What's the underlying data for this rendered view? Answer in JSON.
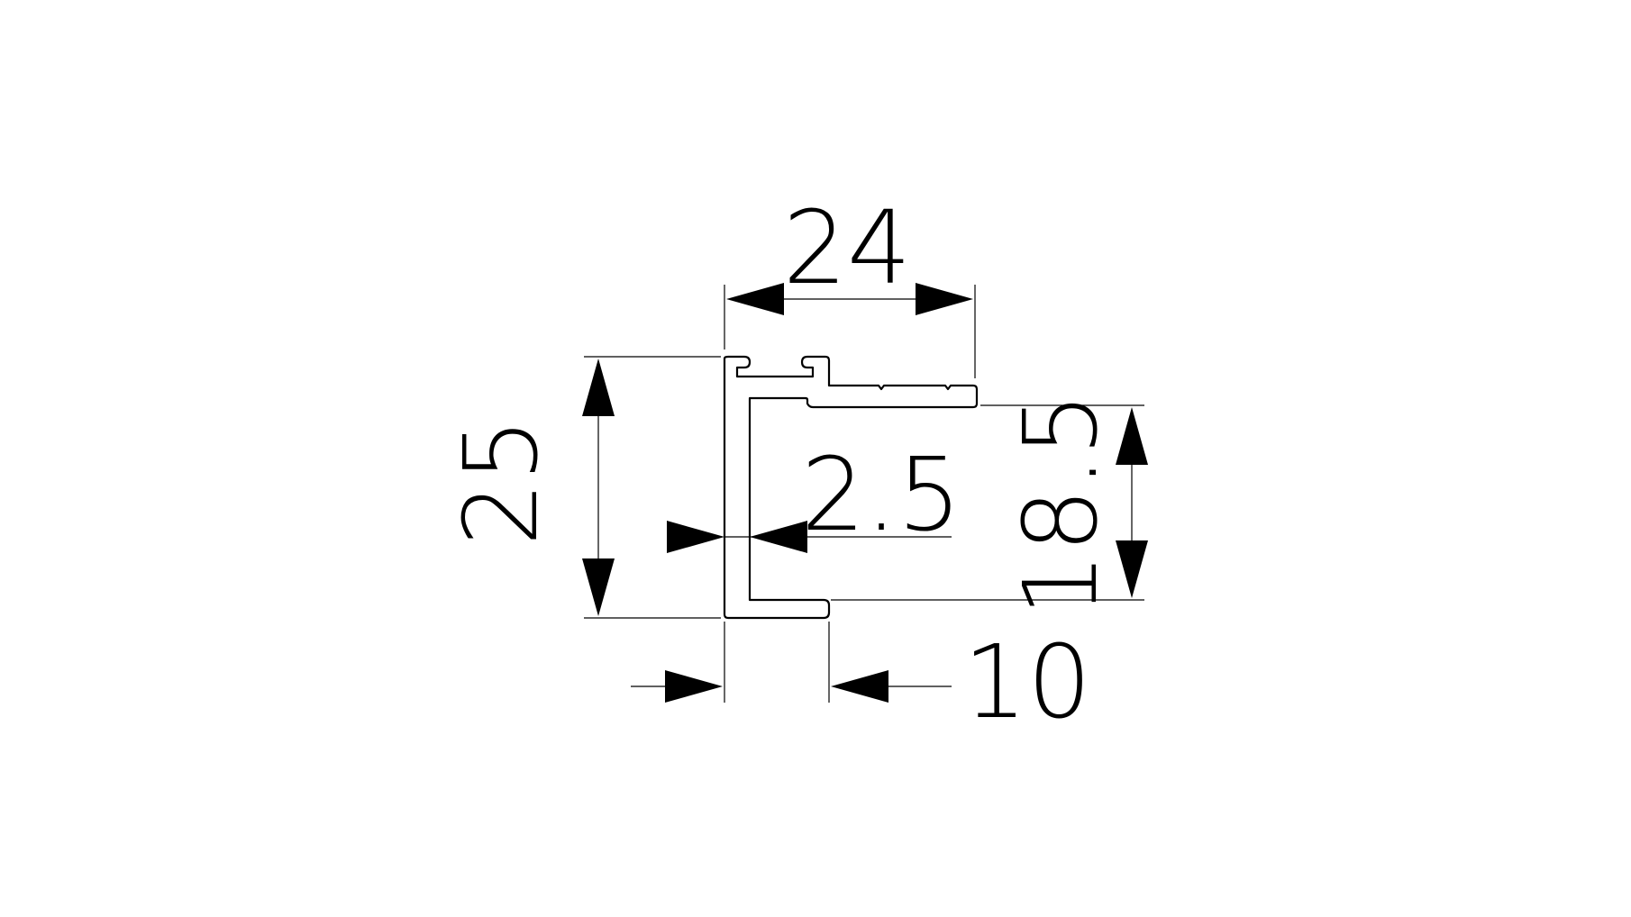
{
  "dimensions": {
    "overall_width": "24",
    "overall_height": "25",
    "inner_height": "18.5",
    "wall_thickness": "2.5",
    "return_width": "10"
  },
  "colors": {
    "line": "#000000",
    "background": "#ffffff"
  }
}
